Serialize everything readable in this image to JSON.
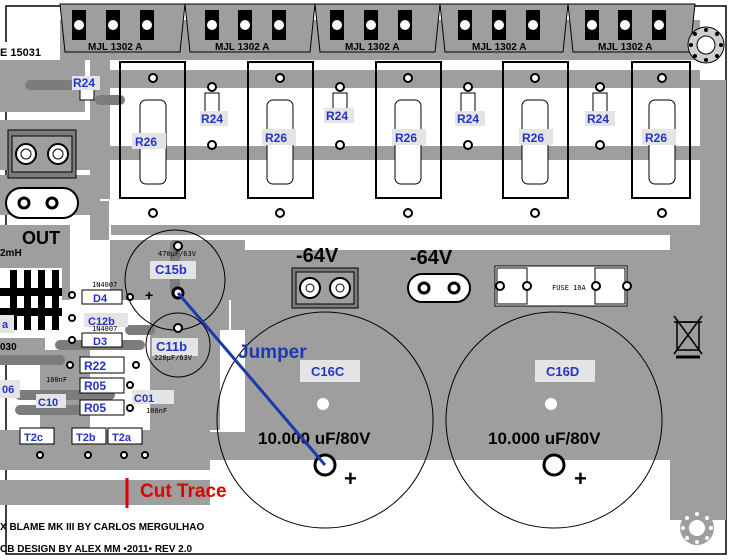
{
  "transistors": [
    "MJL 1302 A",
    "MJL 1302 A",
    "MJL 1302 A",
    "MJL 1302 A",
    "MJL 1302 A"
  ],
  "top_left_part": "E 15031",
  "resistors_r24": [
    "R24",
    "R24",
    "R24",
    "R24",
    "R24"
  ],
  "resistors_r26": [
    "R26",
    "R26",
    "R26",
    "R26",
    "R26"
  ],
  "cap_c15b": {
    "label": "C15b",
    "spec": "470µF/63V",
    "polarity": "+"
  },
  "cap_c11b": {
    "label": "C11b",
    "spec": "220µF/63V"
  },
  "cap_c16c": {
    "label": "C16C",
    "value": "10.000 uF/80V",
    "polarity": "+"
  },
  "cap_c16d": {
    "label": "C16D",
    "value": "10.000 uF/80V",
    "polarity": "+"
  },
  "supply_labels": [
    "-64V",
    "-64V"
  ],
  "fuse_label": "FUSE 10A",
  "out_label": "OUT",
  "coil_label": "2mH",
  "left_components": {
    "d4": "D4",
    "d4_part": "1N4007",
    "c12b": "C12b",
    "d3": "D3",
    "d3_part": "1N4007",
    "r22": "R22",
    "r05a": "R05",
    "r05b": "R05",
    "c01": "C01",
    "c01_spec": "100nF",
    "c10": "C10",
    "c10_spec": "100nF",
    "t2c": "T2c",
    "t2b": "T2b",
    "t2a": "T2a",
    "edge_a": "a",
    "edge_030": "030",
    "edge_06": "06"
  },
  "annotations": {
    "jumper": "Jumper",
    "cut_trace": "Cut Trace"
  },
  "credits": [
    "X BLAME MK III  BY  CARLOS MERGULHAO",
    "CB DESIGN BY ALEX MM •2011• REV 2.0"
  ],
  "colors": {
    "copper": "#9e9e9e",
    "copper_dark": "#7c7c7c",
    "ink": "#000000",
    "label_blue": "#2233cc",
    "label_bg": "#e4e4e4",
    "jumper": "#1a3ab0",
    "cut": "#e00000"
  }
}
